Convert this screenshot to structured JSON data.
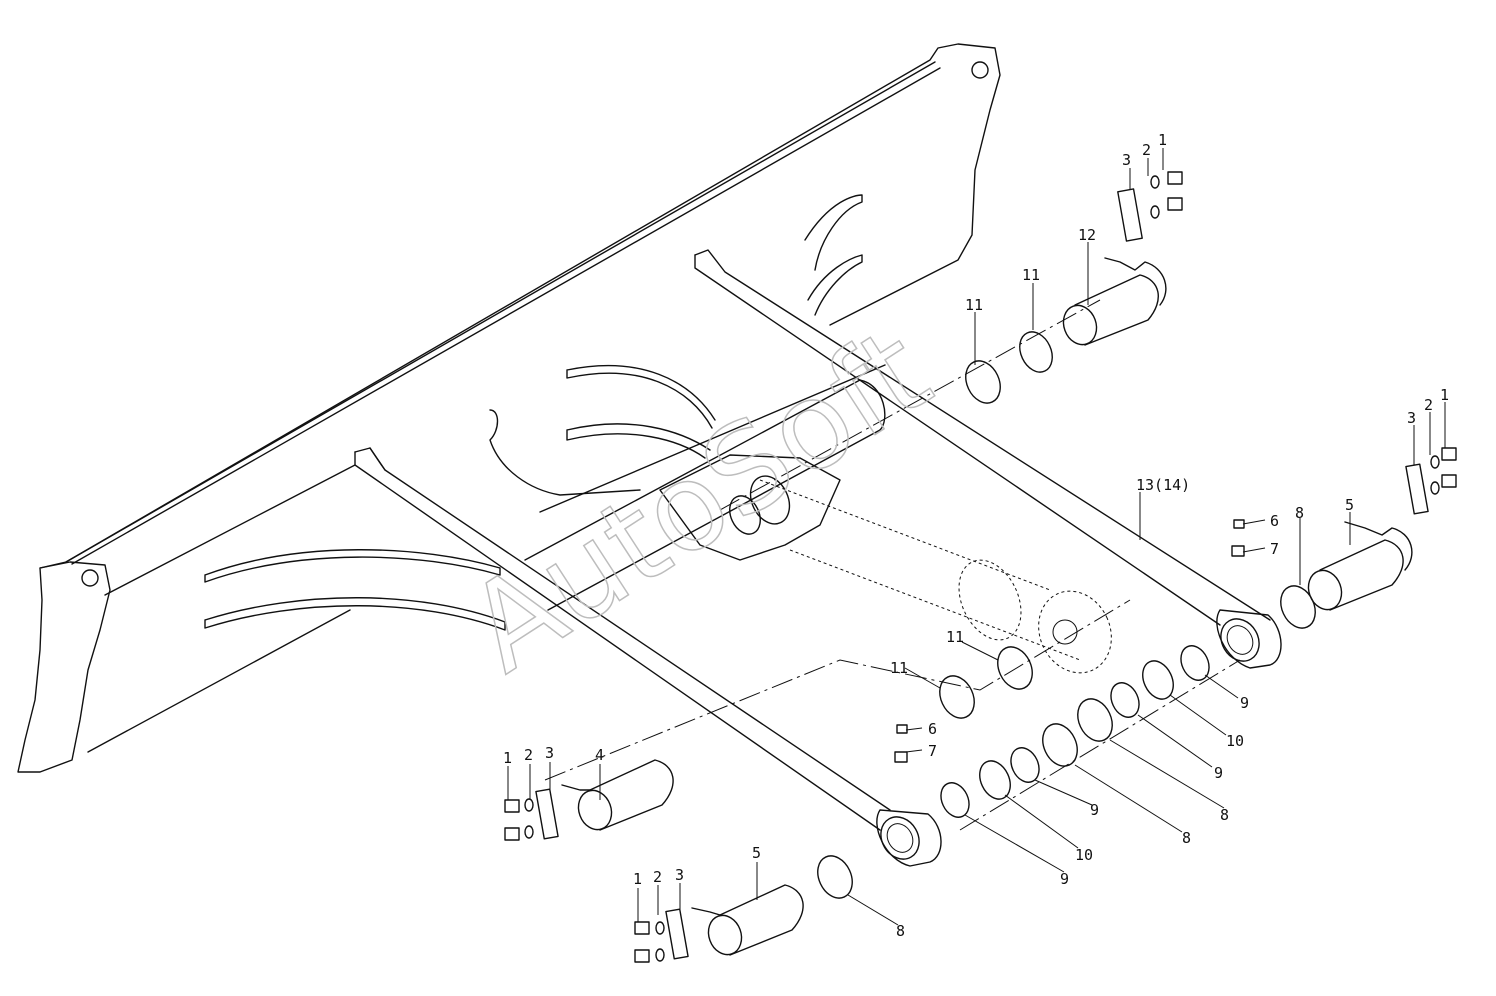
{
  "watermark": "AutoSoft",
  "callouts": [
    {
      "id": "c1",
      "text": "1"
    },
    {
      "id": "c2",
      "text": "2"
    },
    {
      "id": "c3",
      "text": "3"
    },
    {
      "id": "c4",
      "text": "12"
    },
    {
      "id": "c5",
      "text": "11"
    },
    {
      "id": "c6",
      "text": "11"
    },
    {
      "id": "c7",
      "text": "1"
    },
    {
      "id": "c8",
      "text": "2"
    },
    {
      "id": "c9",
      "text": "3"
    },
    {
      "id": "c10",
      "text": "13(14)"
    },
    {
      "id": "c11",
      "text": "6"
    },
    {
      "id": "c12",
      "text": "7"
    },
    {
      "id": "c13",
      "text": "8"
    },
    {
      "id": "c14",
      "text": "5"
    },
    {
      "id": "c15",
      "text": "11"
    },
    {
      "id": "c16",
      "text": "11"
    },
    {
      "id": "c17",
      "text": "9"
    },
    {
      "id": "c18",
      "text": "10"
    },
    {
      "id": "c19",
      "text": "9"
    },
    {
      "id": "c20",
      "text": "8"
    },
    {
      "id": "c21",
      "text": "6"
    },
    {
      "id": "c22",
      "text": "7"
    },
    {
      "id": "c23",
      "text": "9"
    },
    {
      "id": "c24",
      "text": "8"
    },
    {
      "id": "c25",
      "text": "10"
    },
    {
      "id": "c26",
      "text": "9"
    },
    {
      "id": "c27",
      "text": "1"
    },
    {
      "id": "c28",
      "text": "2"
    },
    {
      "id": "c29",
      "text": "3"
    },
    {
      "id": "c30",
      "text": "4"
    },
    {
      "id": "c31",
      "text": "5"
    },
    {
      "id": "c32",
      "text": "8"
    },
    {
      "id": "c33",
      "text": "1"
    },
    {
      "id": "c34",
      "text": "2"
    },
    {
      "id": "c35",
      "text": "3"
    }
  ]
}
